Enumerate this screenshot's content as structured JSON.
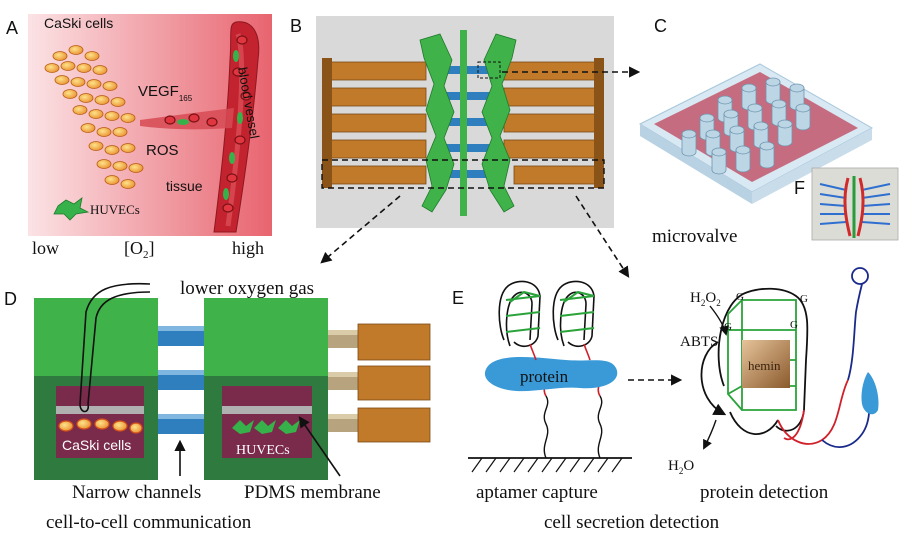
{
  "panels": {
    "a": {
      "letter": "A",
      "cells_label": "CaSki cells",
      "vegf_label": "VEGF",
      "vegf_subscript": "165",
      "ros_label": "ROS",
      "tissue_label": "tissue",
      "vessel_label": "blood vessel",
      "huvec_label": "HUVECs",
      "axis_low": "low",
      "axis_o2": "[O",
      "axis_o2_subscript": "2",
      "axis_o2_close": "]",
      "axis_high": "high"
    },
    "b": {
      "letter": "B"
    },
    "c": {
      "letter": "C",
      "label": "microvalve"
    },
    "f": {
      "letter": "F"
    },
    "d": {
      "letter": "D",
      "gas_label": "lower oxygen gas",
      "cells_label": "CaSki cells",
      "huvec_label": "HUVECs",
      "channels_label": "Narrow channels",
      "membrane_label": "PDMS membrane",
      "caption": "cell-to-cell communication"
    },
    "e": {
      "letter": "E",
      "protein_label": "protein",
      "capture_label": "aptamer capture",
      "h2o2_label": "H",
      "h2o2_sub1": "2",
      "h2o2_mid": "O",
      "h2o2_sub2": "2",
      "abts_label": "ABTS",
      "hemin_label": "hemin",
      "g_label": "G",
      "h2o_label": "H",
      "h2o_sub": "2",
      "h2o_end": "O",
      "detection_label": "protein detection",
      "caption": "cell secretion detection"
    }
  },
  "colors": {
    "tissue_pink": "#f08f96",
    "vessel_red": "#c2232f",
    "cell_orange": "#f0a330",
    "chamber_green": "#3fb249",
    "channel_blue": "#2f7fbf",
    "inlet_brown": "#c07a2a",
    "membrane_maroon": "#7a2a4a",
    "protein_blue": "#3a9ad8",
    "hemin_brown": "#b8854f"
  }
}
